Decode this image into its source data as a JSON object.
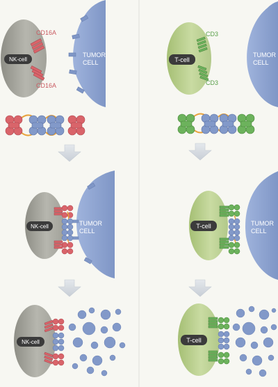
{
  "labels": {
    "nk_cell": "NK-cell",
    "t_cell": "T-cell",
    "tumor_line1": "TUMOR",
    "tumor_line2": "CELL",
    "cd16a": "CD16A",
    "cd3": "CD3"
  },
  "colors": {
    "background": "#f7f7f2",
    "nk_cell": "#a9a9a1",
    "t_cell": "#b9cf8c",
    "tumor_cell": "#8fa5d2",
    "cd16a_receptor": "#d9646a",
    "cd3_receptor": "#6cb25c",
    "linker": "#e8a33c",
    "arrow": "#d8dde3",
    "cell_label_pill": "#3b3b3b"
  },
  "icons": {
    "step_arrow": "down-arrow-icon",
    "debris": "tumor-debris-icon"
  }
}
